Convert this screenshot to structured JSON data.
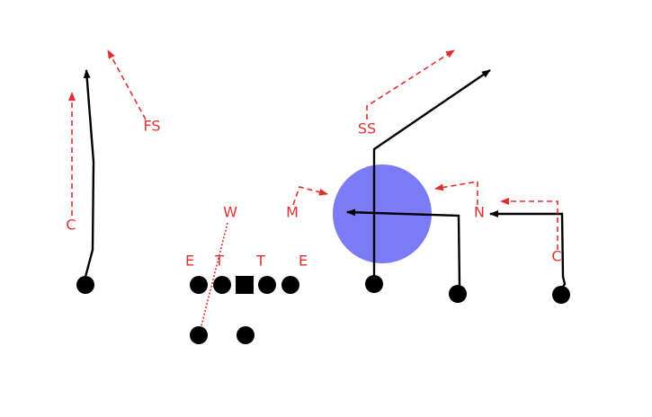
{
  "colors": {
    "offense": "#000000",
    "defense": "#e03030",
    "zone": "#7b7bf5",
    "background": "#ffffff"
  },
  "defense_labels": {
    "c_left": "C",
    "fs": "FS",
    "ss": "SS",
    "w": "W",
    "m": "M",
    "n": "N",
    "c_right": "C",
    "e_left": "E",
    "t_left": "T",
    "t_right": "T",
    "e_right": "E"
  }
}
